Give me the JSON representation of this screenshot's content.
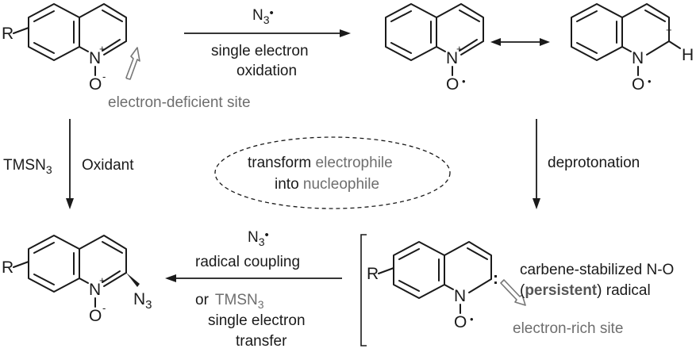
{
  "colors": {
    "ink": "#1a1a1a",
    "accent_gray": "#6e6e6e"
  },
  "molecules": {
    "start": {
      "substituent": "R",
      "nitrogen": "N",
      "oxygen": "O",
      "plus": "+",
      "minus": "-"
    },
    "radical": {
      "nitrogen": "N",
      "oxygen": "O",
      "plus": "+",
      "dot": "•"
    },
    "resonance": {
      "nitrogen": "N",
      "oxygen": "O",
      "hydrogen": "H",
      "plus": "+",
      "dot": "•"
    },
    "carbene": {
      "substituent": "R",
      "nitrogen": "N",
      "oxygen": "O",
      "dot": "•",
      "lone_pair": ":"
    },
    "product": {
      "substituent": "R",
      "nitrogen": "N",
      "oxygen": "O",
      "plus": "+",
      "minus": "-",
      "azide_main": "N",
      "azide_sub": "3"
    }
  },
  "steps": {
    "oxidation": {
      "reagent_main": "N",
      "reagent_sub": "3",
      "reagent_dot": "•",
      "line1": "single electron",
      "line2": "oxidation"
    },
    "direct": {
      "reagent_main": "TMSN",
      "reagent_sub": "3",
      "oxidant": "Oxidant"
    },
    "deprotonation": {
      "label": "deprotonation"
    },
    "coupling": {
      "reagent_main": "N",
      "reagent_sub": "3",
      "reagent_dot": "•",
      "line1": "radical coupling",
      "or": "or",
      "alt_main": "TMSN",
      "alt_sub": "3",
      "line2": "single electron",
      "line3": "transfer"
    }
  },
  "annotations": {
    "deficient_site": "electron-deficient site",
    "rich_site": "electron-rich site",
    "concept_p1": "transform ",
    "concept_p2": "electrophile",
    "concept_p3": "into ",
    "concept_p4": "nucleophile",
    "radical_line1": "carbene-stabilized N-O",
    "radical_line2_open": "(",
    "radical_line2_bold": "persistent",
    "radical_line2_close": ") radical"
  }
}
